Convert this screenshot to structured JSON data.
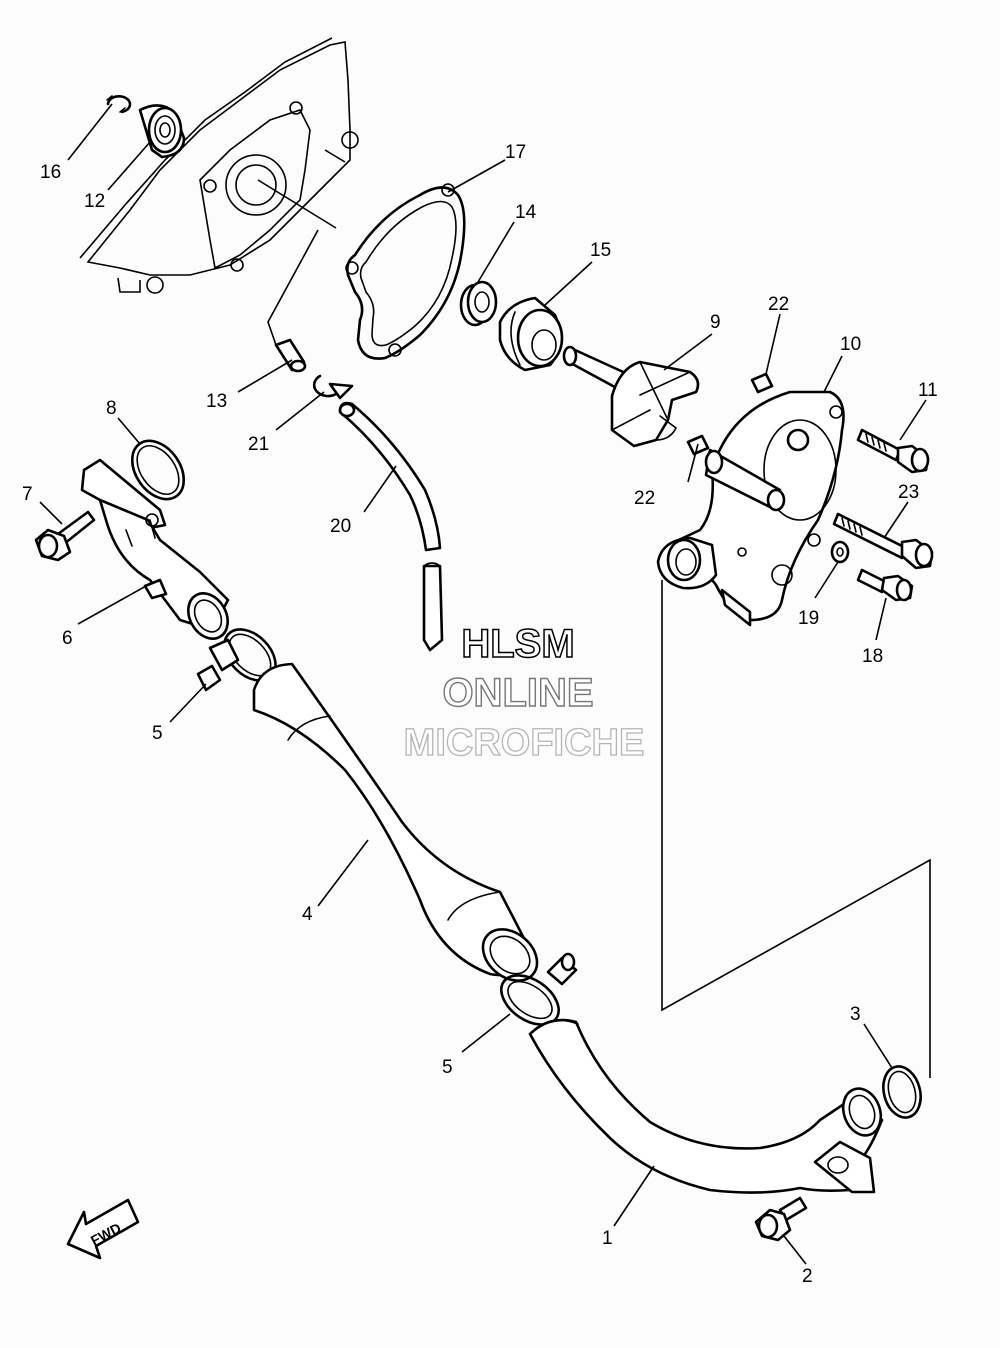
{
  "watermark": {
    "line1": "HLSM",
    "line2": "ONLINE",
    "line3": "MICROFICHE"
  },
  "fwd_label": "FWD",
  "callouts": {
    "p1": "1",
    "p2": "2",
    "p3": "3",
    "p4": "4",
    "p5a": "5",
    "p5b": "5",
    "p6": "6",
    "p7": "7",
    "p8": "8",
    "p9": "9",
    "p10": "10",
    "p11": "11",
    "p12": "12",
    "p13": "13",
    "p14": "14",
    "p15": "15",
    "p16": "16",
    "p17": "17",
    "p18": "18",
    "p19": "19",
    "p20": "20",
    "p21": "21",
    "p22a": "22",
    "p22b": "22",
    "p23": "23"
  }
}
